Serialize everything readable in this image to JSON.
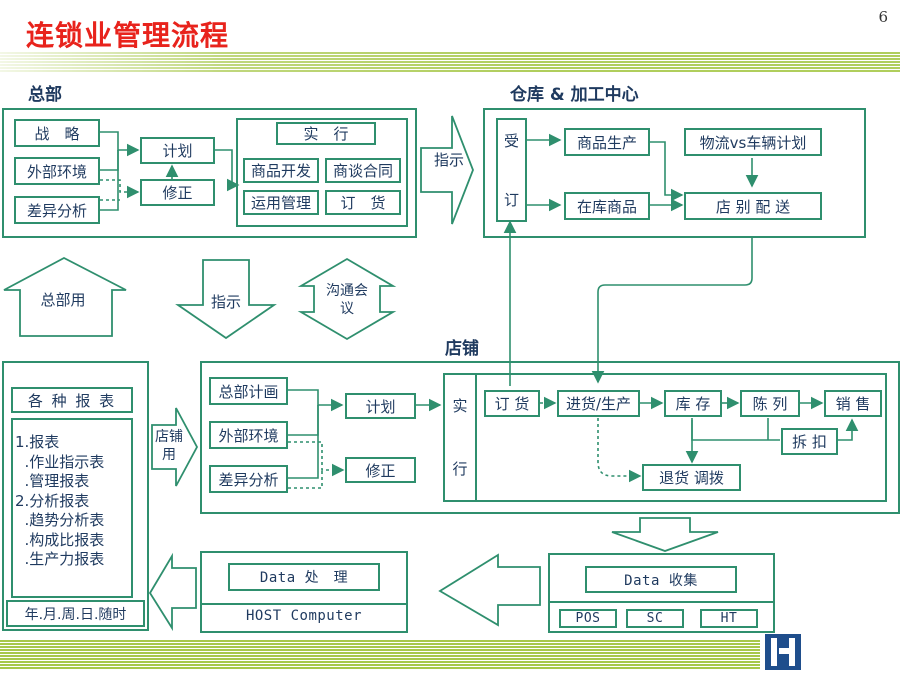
{
  "slide": {
    "title": "连锁业管理流程",
    "page_number": "6"
  },
  "headquarters": {
    "heading": "总部",
    "left_items": [
      "战　略",
      "外部环境",
      "差异分析"
    ],
    "plan": "计划",
    "revise": "修正",
    "execute": "实　行",
    "execute_items": [
      "商品开发",
      "商谈合同",
      "运用管理",
      "订　货"
    ]
  },
  "warehouse": {
    "heading": "仓库 & 加工中心",
    "receive_top": "受",
    "receive_bottom": "订",
    "production": "商品生产",
    "stock": "在库商品",
    "logistics": "物流vs车辆计划",
    "delivery": "店 别 配 送"
  },
  "arrows": {
    "instruct_right": "指示",
    "hq_use": "总部用",
    "instruct_down": "指示",
    "meeting": "沟通会议",
    "store_use": "店铺用"
  },
  "store": {
    "heading": "店铺",
    "left_items": [
      "总部计画",
      "外部环境",
      "差异分析"
    ],
    "plan": "计划",
    "revise": "修正",
    "execute_top": "实",
    "execute_bottom": "行",
    "order": "订 货",
    "purchase": "进货/生产",
    "inventory": "库 存",
    "display": "陈 列",
    "sales": "销 售",
    "discount": "拆 扣",
    "returns": "退货 调拨"
  },
  "reports": {
    "title": "各 种 报 表",
    "lines": [
      "1.报表",
      "  .作业指示表",
      "  .管理报表",
      "2.分析报表",
      "  .趋势分析表",
      "  .构成比报表",
      "  .生产力报表"
    ],
    "periods": "年.月.周.日.随时"
  },
  "data_processing": {
    "label": "Data 处　理",
    "host": "HOST Computer"
  },
  "data_collection": {
    "label": "Data  收集",
    "sources": [
      "POS",
      "SC",
      "HT"
    ]
  }
}
